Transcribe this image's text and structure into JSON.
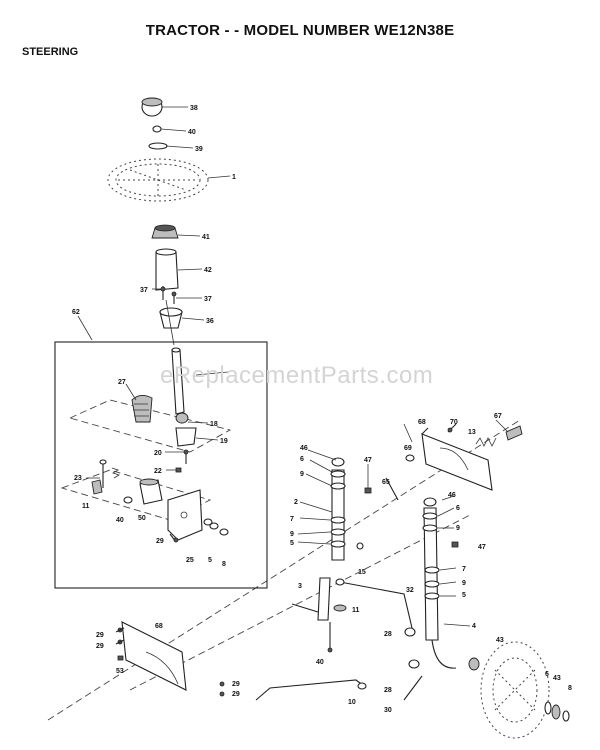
{
  "header": {
    "title": "TRACTOR - - MODEL NUMBER WE12N38E",
    "section": "STEERING"
  },
  "watermark": "eReplacementParts.com",
  "callouts": [
    {
      "id": "c38",
      "label": "38"
    },
    {
      "id": "c40a",
      "label": "40"
    },
    {
      "id": "c39",
      "label": "39"
    },
    {
      "id": "c1",
      "label": "1"
    },
    {
      "id": "c41",
      "label": "41"
    },
    {
      "id": "c42",
      "label": "42"
    },
    {
      "id": "c37a",
      "label": "37"
    },
    {
      "id": "c37b",
      "label": "37"
    },
    {
      "id": "c36",
      "label": "36"
    },
    {
      "id": "c62",
      "label": "62"
    },
    {
      "id": "c27",
      "label": "27"
    },
    {
      "id": "c18",
      "label": "18"
    },
    {
      "id": "c19",
      "label": "19"
    },
    {
      "id": "c20",
      "label": "20"
    },
    {
      "id": "c22",
      "label": "22"
    },
    {
      "id": "c23",
      "label": "23"
    },
    {
      "id": "c11a",
      "label": "11"
    },
    {
      "id": "c40b",
      "label": "40"
    },
    {
      "id": "c50",
      "label": "50"
    },
    {
      "id": "c29a",
      "label": "29"
    },
    {
      "id": "c25",
      "label": "25"
    },
    {
      "id": "c5a",
      "label": "5"
    },
    {
      "id": "c8a",
      "label": "8"
    },
    {
      "id": "c68a",
      "label": "68"
    },
    {
      "id": "c70",
      "label": "70"
    },
    {
      "id": "c67",
      "label": "67"
    },
    {
      "id": "c13",
      "label": "13"
    },
    {
      "id": "c69",
      "label": "69"
    },
    {
      "id": "c46a",
      "label": "46"
    },
    {
      "id": "c6a",
      "label": "6"
    },
    {
      "id": "c9a",
      "label": "9"
    },
    {
      "id": "c47a",
      "label": "47"
    },
    {
      "id": "c65",
      "label": "65"
    },
    {
      "id": "c2",
      "label": "2"
    },
    {
      "id": "c7a",
      "label": "7"
    },
    {
      "id": "c9b",
      "label": "9"
    },
    {
      "id": "c5b",
      "label": "5"
    },
    {
      "id": "c15",
      "label": "15"
    },
    {
      "id": "c46b",
      "label": "46"
    },
    {
      "id": "c6b",
      "label": "6"
    },
    {
      "id": "c9c",
      "label": "9"
    },
    {
      "id": "c47b",
      "label": "47"
    },
    {
      "id": "c7b",
      "label": "7"
    },
    {
      "id": "c9d",
      "label": "9"
    },
    {
      "id": "c5c",
      "label": "5"
    },
    {
      "id": "c3",
      "label": "3"
    },
    {
      "id": "c32",
      "label": "32"
    },
    {
      "id": "c11b",
      "label": "11"
    },
    {
      "id": "c28a",
      "label": "28"
    },
    {
      "id": "c4",
      "label": "4"
    },
    {
      "id": "c43a",
      "label": "43"
    },
    {
      "id": "c40c",
      "label": "40"
    },
    {
      "id": "c29b",
      "label": "29"
    },
    {
      "id": "c29c",
      "label": "29"
    },
    {
      "id": "c68b",
      "label": "68"
    },
    {
      "id": "c53",
      "label": "53"
    },
    {
      "id": "c29d",
      "label": "29"
    },
    {
      "id": "c29e",
      "label": "29"
    },
    {
      "id": "c10",
      "label": "10"
    },
    {
      "id": "c28b",
      "label": "28"
    },
    {
      "id": "c30",
      "label": "30"
    },
    {
      "id": "c6c",
      "label": "6"
    },
    {
      "id": "c43b",
      "label": "43"
    },
    {
      "id": "c8b",
      "label": "8"
    }
  ]
}
